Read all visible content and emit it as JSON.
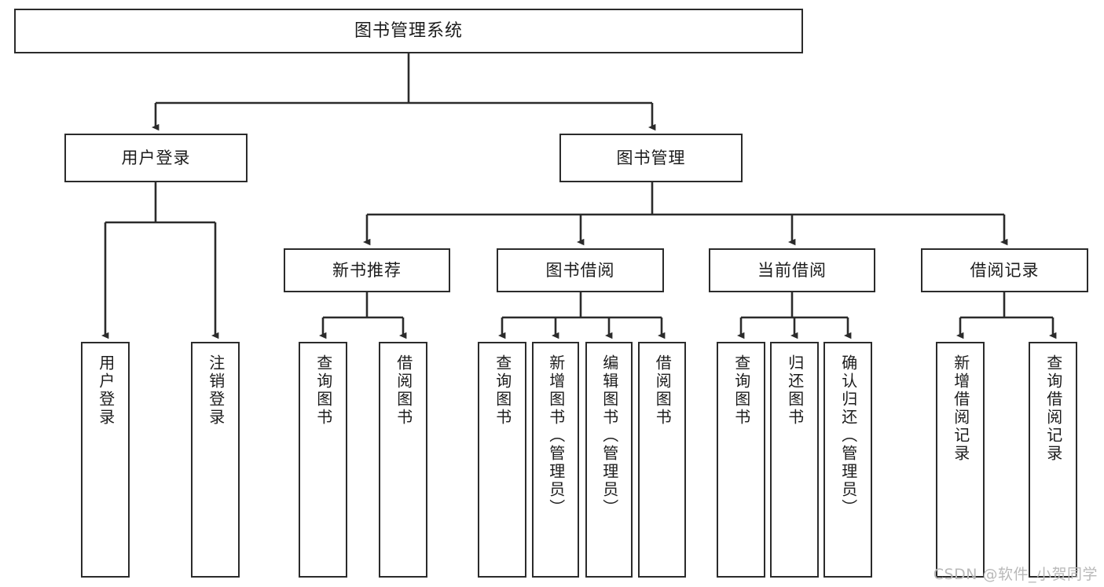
{
  "diagram": {
    "title": "图书管理系统",
    "type": "tree",
    "watermark": "CSDN @软件_小贺同学",
    "colors": {
      "box_border": "#2b2b2b",
      "box_fill": "#ffffff",
      "line": "#2b2b2b",
      "text": "#1c1c1c",
      "watermark": "#b9b9b9"
    },
    "nodes": {
      "root": {
        "label": "图书管理系统"
      },
      "level2": [
        {
          "id": "user-login",
          "label": "用户登录"
        },
        {
          "id": "book-manage",
          "label": "图书管理"
        }
      ],
      "level3": [
        {
          "id": "new-book-recommend",
          "label": "新书推荐"
        },
        {
          "id": "book-borrow",
          "label": "图书借阅"
        },
        {
          "id": "current-borrow",
          "label": "当前借阅"
        },
        {
          "id": "borrow-record",
          "label": "借阅记录"
        }
      ],
      "leaves": [
        {
          "id": "leaf-user-login",
          "label": "用户登录",
          "parent": "user-login"
        },
        {
          "id": "leaf-logout-login",
          "label": "注销登录",
          "parent": "user-login"
        },
        {
          "id": "leaf-query-book-1",
          "label": "查询图书",
          "parent": "new-book-recommend"
        },
        {
          "id": "leaf-borrow-book-1",
          "label": "借阅图书",
          "parent": "new-book-recommend"
        },
        {
          "id": "leaf-query-book-2",
          "label": "查询图书",
          "parent": "book-borrow"
        },
        {
          "id": "leaf-add-book",
          "label": "新增图书（管理员）",
          "parent": "book-borrow"
        },
        {
          "id": "leaf-edit-book",
          "label": "编辑图书（管理员）",
          "parent": "book-borrow"
        },
        {
          "id": "leaf-borrow-book-2",
          "label": "借阅图书",
          "parent": "book-borrow"
        },
        {
          "id": "leaf-query-book-3",
          "label": "查询图书",
          "parent": "current-borrow"
        },
        {
          "id": "leaf-return-book",
          "label": "归还图书",
          "parent": "current-borrow"
        },
        {
          "id": "leaf-confirm-return",
          "label": "确认归还（管理员）",
          "parent": "current-borrow"
        },
        {
          "id": "leaf-add-record",
          "label": "新增借阅记录",
          "parent": "borrow-record"
        },
        {
          "id": "leaf-query-record",
          "label": "查询借阅记录",
          "parent": "borrow-record"
        }
      ]
    }
  }
}
